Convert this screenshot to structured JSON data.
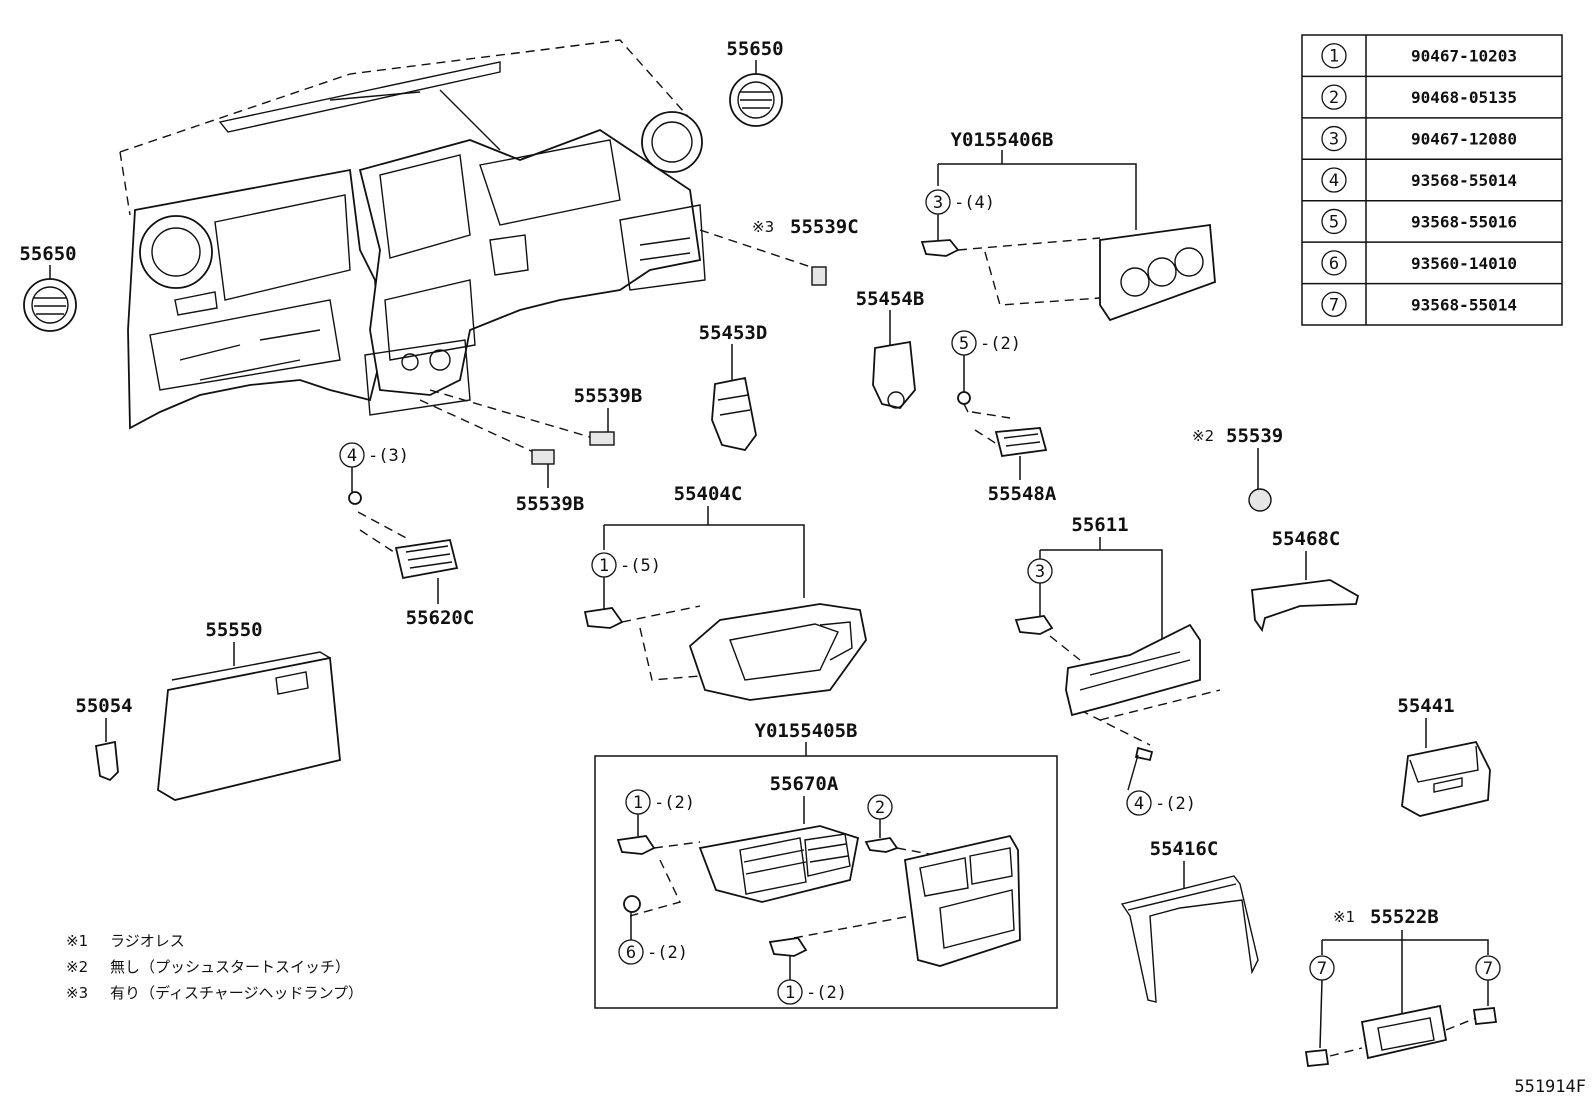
{
  "parts": {
    "p55650_top": "55650",
    "p55650_left": "55650",
    "y0155406b": "Y0155406B",
    "p55539c": "55539C",
    "p55539c_mark": "※3",
    "p55454b": "55454B",
    "p55453d": "55453D",
    "p55539b_a": "55539B",
    "p55539b_b": "55539B",
    "p55548a": "55548A",
    "p55539": "55539",
    "p55539_mark": "※2",
    "p55404c": "55404C",
    "p55611": "55611",
    "p55468c": "55468C",
    "p55620c": "55620C",
    "p55550": "55550",
    "p55054": "55054",
    "y0155405b": "Y0155405B",
    "p55670a": "55670A",
    "p55441": "55441",
    "p55416c": "55416C",
    "p55522b": "55522B",
    "p55522b_mark": "※1",
    "diagram_id": "551914F"
  },
  "callouts": {
    "c3_4": {
      "num": "3",
      "qty": "-(4)"
    },
    "c5_2": {
      "num": "5",
      "qty": "-(2)"
    },
    "c4_3": {
      "num": "4",
      "qty": "-(3)"
    },
    "c1_5": {
      "num": "1",
      "qty": "-(5)"
    },
    "c3_a": {
      "num": "3",
      "qty": ""
    },
    "c4_2": {
      "num": "4",
      "qty": "-(2)"
    },
    "c1_2a": {
      "num": "1",
      "qty": "-(2)"
    },
    "c2_a": {
      "num": "2",
      "qty": ""
    },
    "c6_2": {
      "num": "6",
      "qty": "-(2)"
    },
    "c1_2b": {
      "num": "1",
      "qty": "-(2)"
    },
    "c7_a": {
      "num": "7",
      "qty": ""
    },
    "c7_b": {
      "num": "7",
      "qty": ""
    }
  },
  "fastener_table": [
    {
      "ref": "1",
      "part": "90467-10203"
    },
    {
      "ref": "2",
      "part": "90468-05135"
    },
    {
      "ref": "3",
      "part": "90467-12080"
    },
    {
      "ref": "4",
      "part": "93568-55014"
    },
    {
      "ref": "5",
      "part": "93568-55016"
    },
    {
      "ref": "6",
      "part": "93560-14010"
    },
    {
      "ref": "7",
      "part": "93568-55014"
    }
  ],
  "notes": [
    {
      "mark": "※1",
      "text": "ラジオレス"
    },
    {
      "mark": "※2",
      "text": "無し（プッシュスタートスイッチ）"
    },
    {
      "mark": "※3",
      "text": "有り（ディスチャージヘッドランプ）"
    }
  ]
}
